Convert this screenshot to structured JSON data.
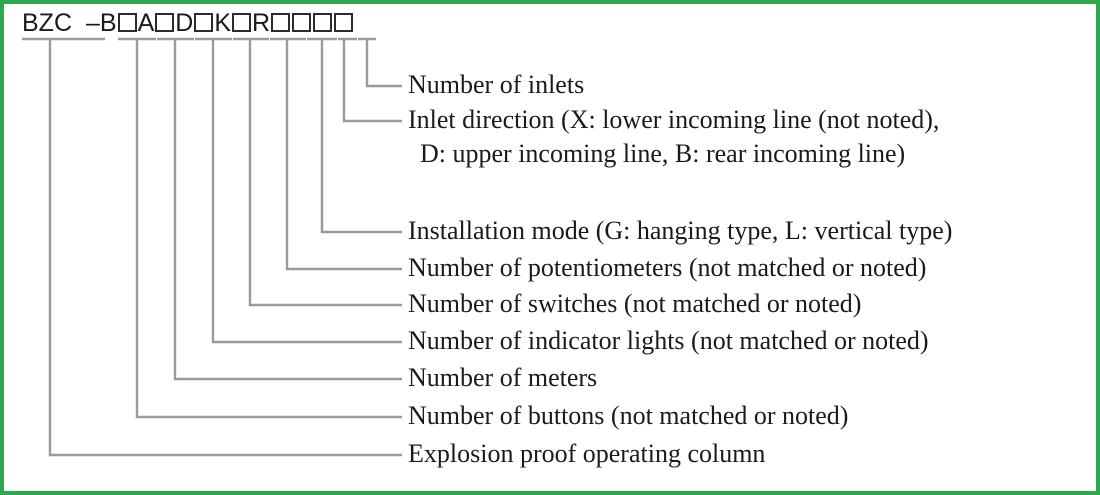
{
  "diagram": {
    "title": "Explosion proof operating column model code breakdown",
    "border_color": "#2CA94F",
    "leader_color": "#9a9a9a",
    "text_color": "#1a1a1a",
    "background": "#ffffff"
  },
  "code": {
    "prefix": "BZC",
    "dash": "–",
    "segments": [
      {
        "type": "text",
        "value": "BZC",
        "name": "code-prefix-bzc"
      },
      {
        "type": "gap",
        "value": " "
      },
      {
        "type": "text",
        "value": "–",
        "name": "code-dash"
      },
      {
        "type": "text",
        "value": "B",
        "name": "code-letter-b"
      },
      {
        "type": "box",
        "value": "□",
        "name": "code-box-buttons"
      },
      {
        "type": "text",
        "value": "A",
        "name": "code-letter-a"
      },
      {
        "type": "box",
        "value": "□",
        "name": "code-box-meters"
      },
      {
        "type": "text",
        "value": "D",
        "name": "code-letter-d"
      },
      {
        "type": "box",
        "value": "□",
        "name": "code-box-indicator-lights"
      },
      {
        "type": "text",
        "value": "K",
        "name": "code-letter-k"
      },
      {
        "type": "box",
        "value": "□",
        "name": "code-box-switches"
      },
      {
        "type": "text",
        "value": "R",
        "name": "code-letter-r"
      },
      {
        "type": "box",
        "value": "□",
        "name": "code-box-potentiometers"
      },
      {
        "type": "box",
        "value": "□",
        "name": "code-box-installation-mode"
      },
      {
        "type": "box",
        "value": "□",
        "name": "code-box-inlet-direction"
      },
      {
        "type": "box",
        "value": "□",
        "name": "code-box-inlets"
      }
    ],
    "full_string": "BZC – B□A□D□K□R□□□□"
  },
  "labels": [
    {
      "id": "inlets",
      "text": "Number of inlets"
    },
    {
      "id": "inlet-direction",
      "text": "Inlet direction (X: lower incoming line (not noted),"
    },
    {
      "id": "inlet-direction-2",
      "text": "D: upper incoming line, B: rear incoming line)"
    },
    {
      "id": "installation-mode",
      "text": "Installation mode (G: hanging type, L: vertical type)"
    },
    {
      "id": "potentiometers",
      "text": "Number of potentiometers (not matched or noted)"
    },
    {
      "id": "switches",
      "text": "Number of switches (not matched or noted)"
    },
    {
      "id": "indicator-lights",
      "text": "Number of indicator lights (not matched or noted)"
    },
    {
      "id": "meters",
      "text": "Number of meters"
    },
    {
      "id": "buttons",
      "text": "Number of buttons (not matched or noted)"
    },
    {
      "id": "product",
      "text": "Explosion proof operating column"
    }
  ]
}
